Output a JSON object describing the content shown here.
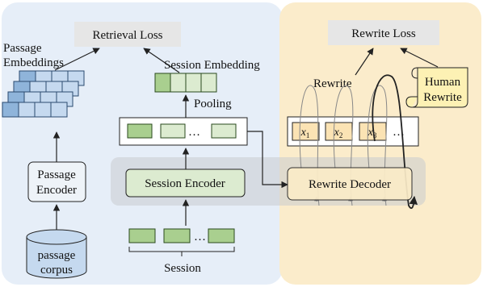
{
  "left_panel": {
    "retrieval_loss": "Retrieval Loss",
    "passage_embeddings_line1": "Passage",
    "passage_embeddings_line2": "Embeddings",
    "session_embedding": "Session Embedding",
    "pooling": "Pooling",
    "passage_encoder_line1": "Passage",
    "passage_encoder_line2": "Encoder",
    "session_encoder": "Session Encoder",
    "corpus_line1": "passage",
    "corpus_line2": "corpus",
    "session": "Session",
    "ellipsis": "…"
  },
  "right_panel": {
    "rewrite_loss": "Rewrite Loss",
    "rewrite": "Rewrite",
    "human_rewrite_line1": "Human",
    "human_rewrite_line2": "Rewrite",
    "rewrite_decoder": "Rewrite Decoder",
    "tokens": [
      "x",
      "x",
      "x"
    ],
    "token_subscripts": [
      "1",
      "2",
      "3"
    ],
    "ellipsis": "…"
  },
  "colors": {
    "left_bg": "#e6eef8",
    "right_bg": "#fbeccb",
    "band": "#c9ccd0",
    "green_fill": "#dcebd0",
    "green_dark": "#a9cf8f",
    "blue_cell": "#c5d9ef",
    "blue_dark": "#8fb4da",
    "token_fill": "#fbe3b4",
    "loss_box": "#e6e6e6",
    "scroll": "#fdf1b4"
  }
}
